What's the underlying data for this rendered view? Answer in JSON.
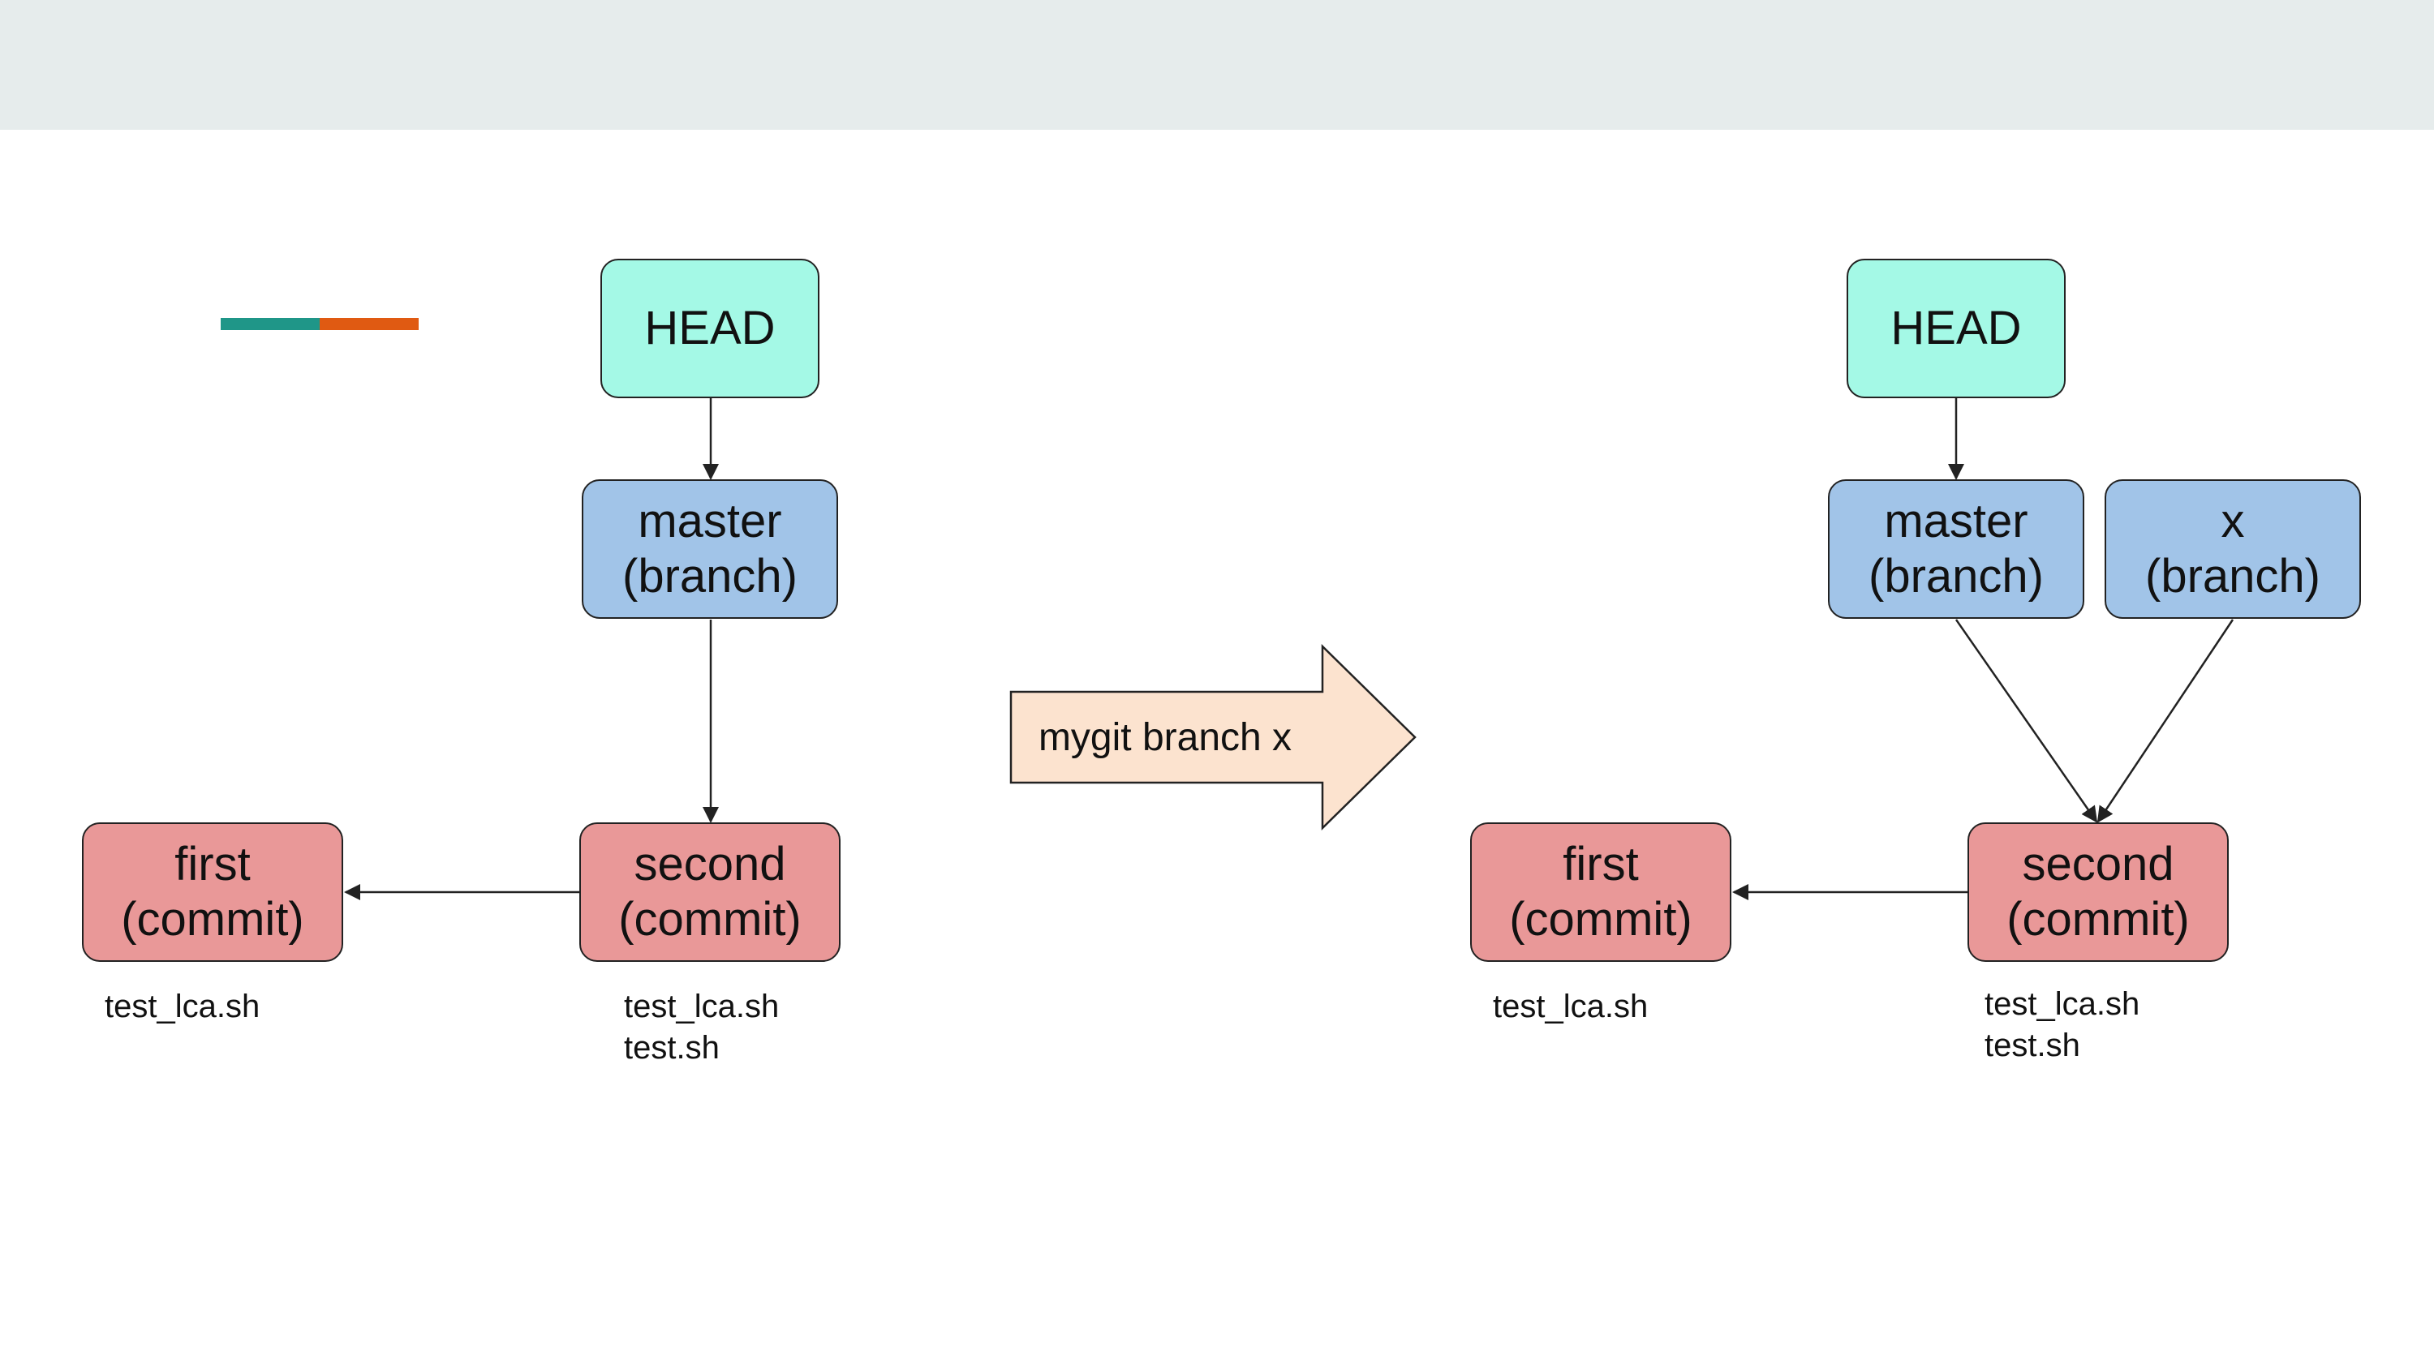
{
  "colors": {
    "head": "#a4f9e6",
    "branch": "#a1c4e8",
    "commit": "#e99898",
    "command_arrow": "#fce3cf",
    "accent_teal": "#1f9688",
    "accent_orange": "#e05a12",
    "top_bar": "#e6ecec"
  },
  "before": {
    "head": {
      "label": "HEAD"
    },
    "master": {
      "name": "master",
      "type": "(branch)"
    },
    "second": {
      "name": "second",
      "type": "(commit)",
      "files": [
        "test_lca.sh",
        "test.sh"
      ]
    },
    "first": {
      "name": "first",
      "type": "(commit)",
      "files": [
        "test_lca.sh"
      ]
    }
  },
  "command": "mygit branch x",
  "after": {
    "head": {
      "label": "HEAD"
    },
    "master": {
      "name": "master",
      "type": "(branch)"
    },
    "x": {
      "name": "x",
      "type": "(branch)"
    },
    "second": {
      "name": "second",
      "type": "(commit)",
      "files": [
        "test_lca.sh",
        "test.sh"
      ]
    },
    "first": {
      "name": "first",
      "type": "(commit)",
      "files": [
        "test_lca.sh"
      ]
    }
  }
}
